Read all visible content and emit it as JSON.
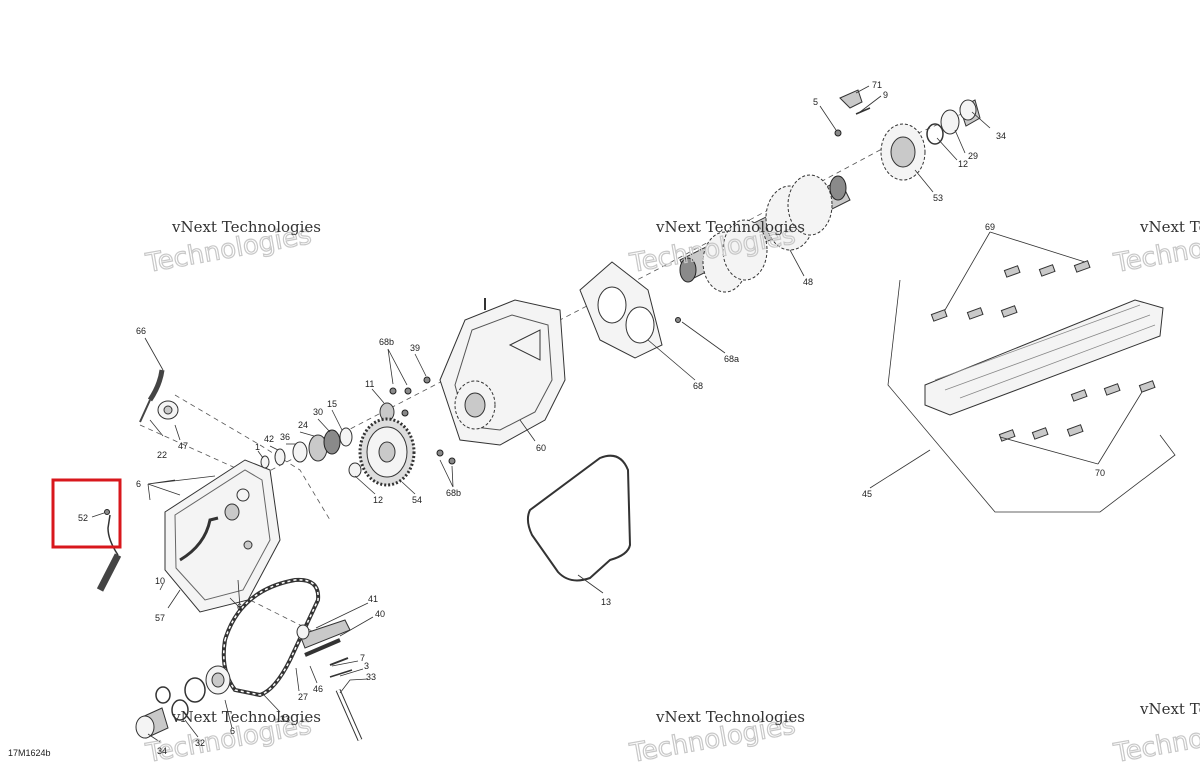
{
  "diagram": {
    "code": "17M1624b",
    "highlight_color": "#d8171c",
    "watermark": {
      "line1": "vNext Technologies",
      "line2": "Technologies"
    },
    "labels": {
      "l66": "66",
      "l47": "47",
      "l22": "22",
      "l6a": "6",
      "l52": "52",
      "l10": "10",
      "l57": "57",
      "l6b": "6",
      "l1": "1",
      "l42": "42",
      "l36": "36",
      "l24": "24",
      "l30": "30",
      "l15": "15",
      "l11": "11",
      "l68b_top": "68b",
      "l39": "39",
      "l12_left": "12",
      "l54": "54",
      "l68b_bot": "68b",
      "l60": "60",
      "l68": "68",
      "l68a": "68a",
      "l48": "48",
      "l5": "5",
      "l71": "71",
      "l9": "9",
      "l34_top": "34",
      "l29": "29",
      "l12_right": "12",
      "l53": "53",
      "l69": "69",
      "l70": "70",
      "l45": "45",
      "l13": "13",
      "l41": "41",
      "l40": "40",
      "l7": "7",
      "l3": "3",
      "l33a": "33",
      "l46": "46",
      "l27": "27",
      "l33b": "33",
      "l6c": "6",
      "l32": "32",
      "l34_bot": "34"
    }
  }
}
